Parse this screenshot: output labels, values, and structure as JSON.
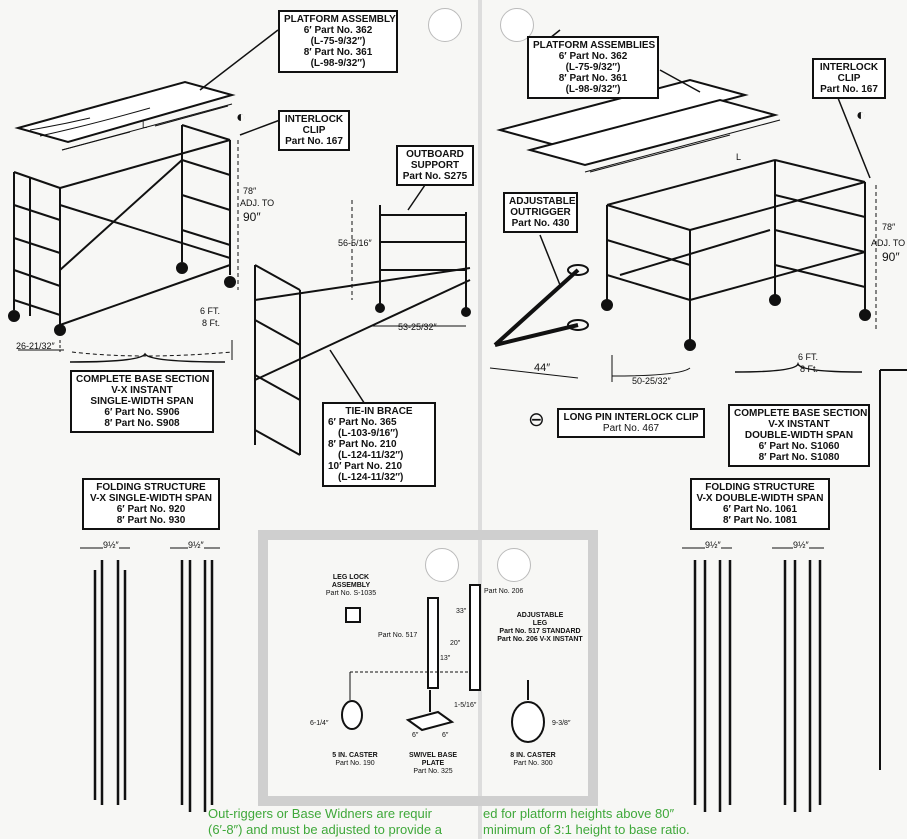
{
  "platform_assembly": {
    "title": "PLATFORM ASSEMBLY",
    "l1": "6′ Part No. 362",
    "l2": "(L-75-9/32″)",
    "l3": "8′ Part No. 361",
    "l4": "(L-98-9/32″)"
  },
  "interlock_clip_left": {
    "l1": "INTERLOCK",
    "l2": "CLIP",
    "l3": "Part No. 167"
  },
  "outboard_support": {
    "l1": "OUTBOARD",
    "l2": "SUPPORT",
    "l3": "Part No. S275"
  },
  "adjustable_outrigger": {
    "l1": "ADJUSTABLE",
    "l2": "OUTRIGGER",
    "l3": "Part No. 430"
  },
  "platform_assemblies": {
    "title": "PLATFORM ASSEMBLIES",
    "l1": "6′ Part No. 362",
    "l2": "(L-75-9/32″)",
    "l3": "8′ Part No. 361",
    "l4": "(L-98-9/32″)"
  },
  "interlock_clip_right": {
    "l1": "INTERLOCK",
    "l2": "CLIP",
    "l3": "Part No. 167"
  },
  "base_single": {
    "l1": "COMPLETE BASE SECTION",
    "l2": "V-X INSTANT",
    "l3": "SINGLE-WIDTH SPAN",
    "l4": "6′ Part No. S906",
    "l5": "8′ Part No. S908"
  },
  "tie_in_brace": {
    "title": "TIE-IN BRACE",
    "l1": "6′ Part No. 365",
    "l2": "(L-103-9/16″)",
    "l3": "8′ Part No. 210",
    "l4": "(L-124-11/32″)",
    "l5": "10′ Part No. 210",
    "l6": "(L-124-11/32″)"
  },
  "long_pin_clip": {
    "l1": "LONG PIN INTERLOCK CLIP",
    "l2": "Part No. 467"
  },
  "base_double": {
    "l1": "COMPLETE BASE SECTION",
    "l2": "V-X INSTANT",
    "l3": "DOUBLE-WIDTH SPAN",
    "l4": "6′ Part No. S1060",
    "l5": "8′ Part No. S1080"
  },
  "folding_single": {
    "l1": "FOLDING STRUCTURE",
    "l2": "V-X SINGLE-WIDTH SPAN",
    "l3": "6′ Part No. 920",
    "l4": "8′ Part No. 930"
  },
  "folding_double": {
    "l1": "FOLDING STRUCTURE",
    "l2": "V-X DOUBLE-WIDTH SPAN",
    "l3": "6′ Part No. 1061",
    "l4": "8′ Part No. 1081"
  },
  "dims": {
    "L_left": "L",
    "adj_left_1": "78″",
    "adj_left_2": "ADJ. TO",
    "adj_left_3": "90″",
    "d56": "56-5/16″",
    "six_ft_left": "6 FT.",
    "eight_ft_left": "8 Ft.",
    "d26": "26-21/32″",
    "d53": "53-25/32″",
    "d44": "44″",
    "L_right": "L",
    "adj_right_1": "78″",
    "adj_right_2": "ADJ. TO",
    "adj_right_3": "90″",
    "six_ft_right": "6 FT.",
    "eight_ft_right": "8 Ft.",
    "d50": "50-25/32″",
    "w1": "9½″",
    "w2": "9½″",
    "w3": "9½″",
    "w4": "9½″"
  },
  "inset": {
    "leg_lock": "LEG LOCK",
    "assembly": "ASSEMBLY",
    "leg_lock_part": "Part No. S-1035",
    "part517": "Part No. 517",
    "part206": "Part No. 206",
    "d33": "33″",
    "d20": "20″",
    "d13": "13″",
    "adj1": "ADJUSTABLE",
    "adj2": "LEG",
    "adj3": "Part No. 517 STANDARD",
    "adj4": "Part No. 206 V-X INSTANT",
    "d614": "6-1/4″",
    "d1516": "1-5/16″",
    "d6a": "6″",
    "d6b": "6″",
    "d938": "9-3/8″",
    "caster5": "5 IN. CASTER",
    "caster5_part": "Part No. 190",
    "swivel1": "SWIVEL BASE",
    "swivel2": "PLATE",
    "swivel_part": "Part No. 325",
    "caster8": "8 IN. CASTER",
    "caster8_part": "Part No. 300"
  },
  "footer": {
    "line1a": "Out-riggers or Base Widners are requir",
    "line1b": "ed for platform heights above 80″",
    "line2a": "(6′-8″) and must be adjusted to provide a",
    "line2b": "minimum of 3:1 height to base ratio."
  },
  "colors": {
    "note_green": "#3fa83a",
    "ink": "#111111",
    "paper": "#f7f7f5"
  }
}
